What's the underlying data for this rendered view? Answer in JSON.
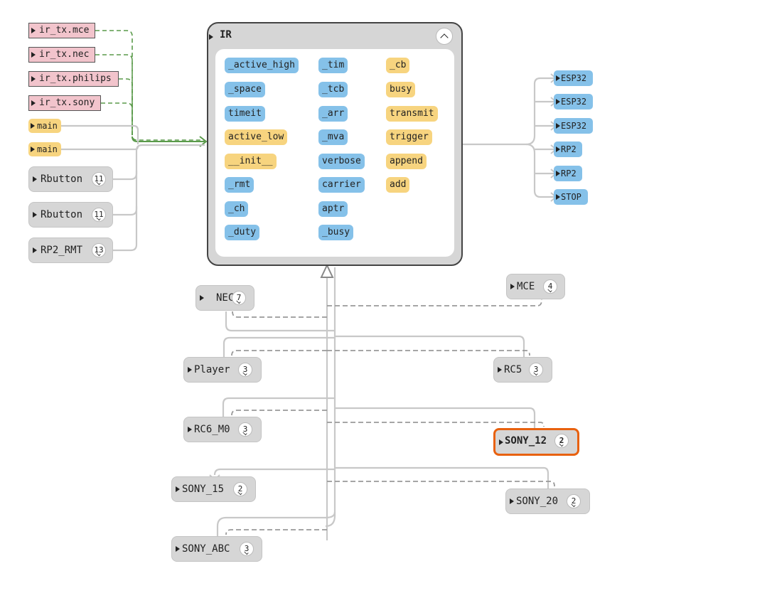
{
  "main_node": {
    "title": "IR",
    "members": [
      {
        "label": "_active_high",
        "kind": "attribute"
      },
      {
        "label": "_tim",
        "kind": "attribute"
      },
      {
        "label": "_cb",
        "kind": "method"
      },
      {
        "label": "_space",
        "kind": "attribute"
      },
      {
        "label": "_tcb",
        "kind": "attribute"
      },
      {
        "label": "busy",
        "kind": "method"
      },
      {
        "label": "timeit",
        "kind": "attribute"
      },
      {
        "label": "_arr",
        "kind": "attribute"
      },
      {
        "label": "transmit",
        "kind": "method"
      },
      {
        "label": "active_low",
        "kind": "method"
      },
      {
        "label": "_mva",
        "kind": "attribute"
      },
      {
        "label": "trigger",
        "kind": "method"
      },
      {
        "label": "__init__",
        "kind": "method"
      },
      {
        "label": "verbose",
        "kind": "attribute"
      },
      {
        "label": "append",
        "kind": "method"
      },
      {
        "label": "_rmt",
        "kind": "attribute"
      },
      {
        "label": "carrier",
        "kind": "attribute"
      },
      {
        "label": "add",
        "kind": "method"
      },
      {
        "label": "_ch",
        "kind": "attribute"
      },
      {
        "label": "aptr",
        "kind": "attribute"
      },
      {
        "label": "_duty",
        "kind": "attribute"
      },
      {
        "label": "_busy",
        "kind": "attribute"
      }
    ]
  },
  "importing_modules": [
    "ir_tx.mce",
    "ir_tx.nec",
    "ir_tx.philips",
    "ir_tx.sony"
  ],
  "callers": [
    "main",
    "main"
  ],
  "composed_classes": [
    {
      "name": "Rbutton",
      "count": "11"
    },
    {
      "name": "Rbutton",
      "count": "11"
    },
    {
      "name": "RP2_RMT",
      "count": "13"
    }
  ],
  "dependencies": [
    "ESP32",
    "ESP32",
    "ESP32",
    "RP2",
    "RP2",
    "STOP"
  ],
  "subclasses": [
    {
      "name": "NEC",
      "count": "7",
      "selected": false
    },
    {
      "name": "MCE",
      "count": "4",
      "selected": false
    },
    {
      "name": "Player",
      "count": "3",
      "selected": false
    },
    {
      "name": "RC5",
      "count": "3",
      "selected": false
    },
    {
      "name": "RC6_M0",
      "count": "3",
      "selected": false
    },
    {
      "name": "SONY_12",
      "count": "2",
      "selected": true
    },
    {
      "name": "SONY_15",
      "count": "2",
      "selected": false
    },
    {
      "name": "SONY_20",
      "count": "2",
      "selected": false
    },
    {
      "name": "SONY_ABC",
      "count": "3",
      "selected": false
    }
  ],
  "colors": {
    "attribute": "#85c1e9",
    "method": "#f7d47f",
    "module": "#f2c4cc",
    "class_node": "#d6d6d6",
    "selected_border": "#e8610f",
    "import_edge": "#5a9a4a",
    "edge": "#c8c8c8",
    "dashed_edge": "#888888"
  }
}
